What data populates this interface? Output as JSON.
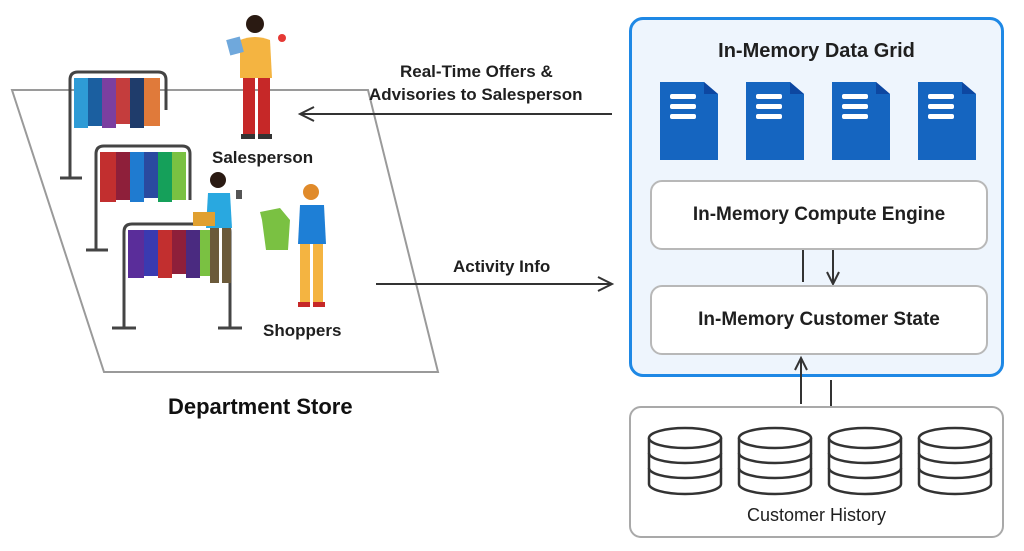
{
  "store": {
    "title": "Department Store",
    "salesperson_label": "Salesperson",
    "shoppers_label": "Shoppers"
  },
  "flows": {
    "offers_line1": "Real-Time Offers &",
    "offers_line2": "Advisories to Salesperson",
    "activity": "Activity Info"
  },
  "grid": {
    "title": "In-Memory Data Grid",
    "compute_engine": "In-Memory Compute Engine",
    "customer_state": "In-Memory Customer State"
  },
  "history": {
    "label": "Customer History"
  },
  "colors": {
    "accent": "#1e88e5",
    "server": "#1565c0",
    "panel_bg": "#eef5fd"
  }
}
